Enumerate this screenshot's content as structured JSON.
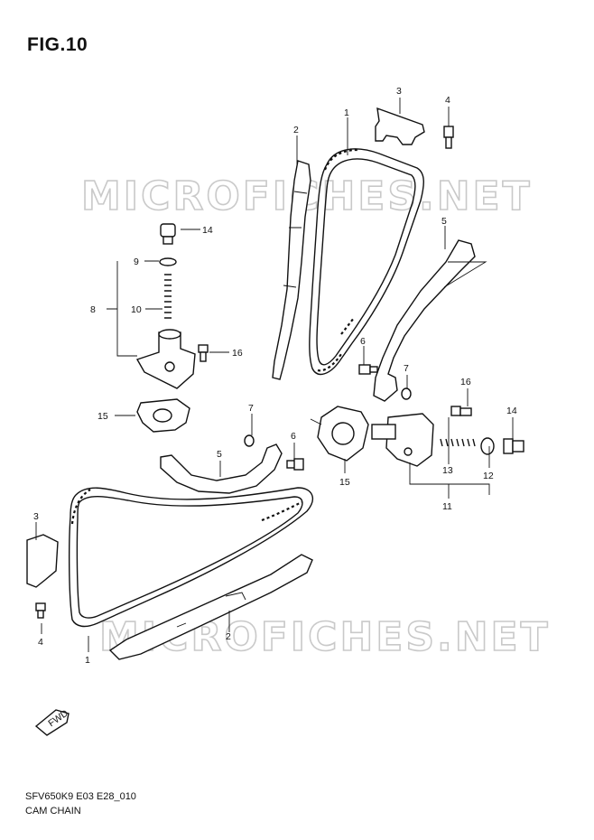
{
  "figure": {
    "title": "FIG.10",
    "model_code": "SFV650K9 E03 E28_010",
    "caption": "CAM CHAIN",
    "watermark_text": "MICROFICHES.NET",
    "fwd_label": "FWD"
  },
  "callouts": [
    {
      "id": "c-3a",
      "label": "3"
    },
    {
      "id": "c-4a",
      "label": "4"
    },
    {
      "id": "c-2a",
      "label": "2"
    },
    {
      "id": "c-1a",
      "label": "1"
    },
    {
      "id": "c-5a",
      "label": "5"
    },
    {
      "id": "c-14a",
      "label": "14"
    },
    {
      "id": "c-9",
      "label": "9"
    },
    {
      "id": "c-8",
      "label": "8"
    },
    {
      "id": "c-10",
      "label": "10"
    },
    {
      "id": "c-16a",
      "label": "16"
    },
    {
      "id": "c-6a",
      "label": "6"
    },
    {
      "id": "c-7a",
      "label": "7"
    },
    {
      "id": "c-15a",
      "label": "15"
    },
    {
      "id": "c-16b",
      "label": "16"
    },
    {
      "id": "c-14b",
      "label": "14"
    },
    {
      "id": "c-7b",
      "label": "7"
    },
    {
      "id": "c-6b",
      "label": "6"
    },
    {
      "id": "c-5b",
      "label": "5"
    },
    {
      "id": "c-15b",
      "label": "15"
    },
    {
      "id": "c-13",
      "label": "13"
    },
    {
      "id": "c-12",
      "label": "12"
    },
    {
      "id": "c-11",
      "label": "11"
    },
    {
      "id": "c-3b",
      "label": "3"
    },
    {
      "id": "c-4b",
      "label": "4"
    },
    {
      "id": "c-2b",
      "label": "2"
    },
    {
      "id": "c-1b",
      "label": "1"
    }
  ]
}
